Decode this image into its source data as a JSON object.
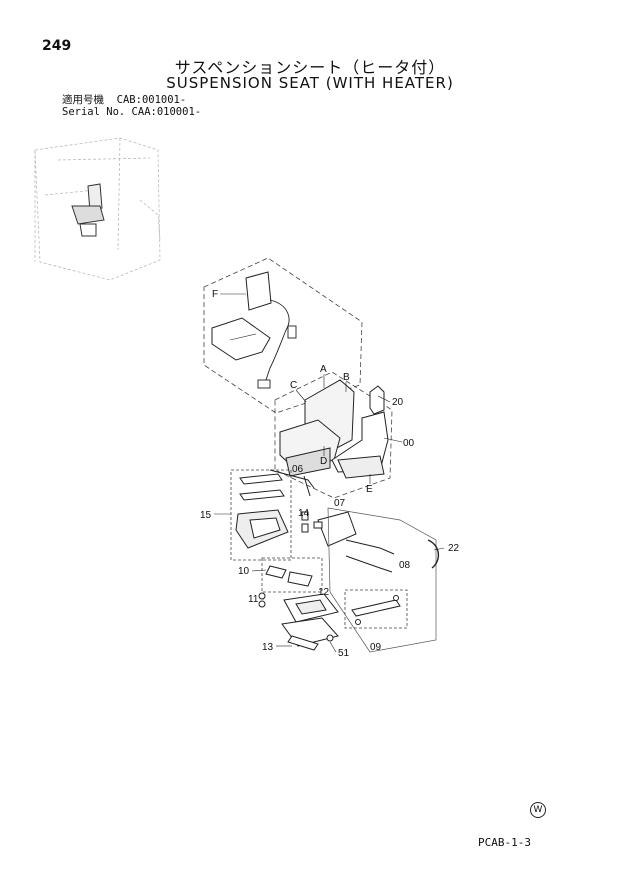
{
  "page": {
    "number": "249",
    "code": "PCAB-1-3",
    "mark": "W"
  },
  "title": {
    "japanese": "サスペンションシート（ヒータ付）",
    "english": "SUSPENSION SEAT (WITH HEATER)"
  },
  "serial": {
    "row1_label": "適用号機",
    "row1_value": "CAB:001001-",
    "row2_label": "Serial No.",
    "row2_value": "CAA:010001-"
  },
  "callouts": {
    "F": "F",
    "A": "A",
    "B": "B",
    "C": "C",
    "D": "D",
    "E": "E",
    "p20": "20",
    "p00": "00",
    "p06": "06",
    "p07": "07",
    "p14": "14",
    "p15": "15",
    "p08": "08",
    "p22": "22",
    "p10": "10",
    "p11": "11",
    "p12": "12",
    "p09": "09",
    "p13": "13",
    "p51": "51"
  }
}
